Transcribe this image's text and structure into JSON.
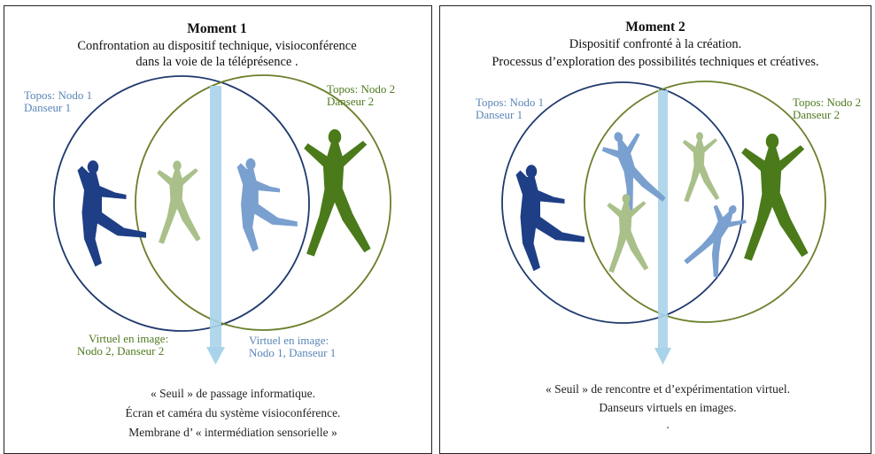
{
  "panels": [
    {
      "title": "Moment 1",
      "subtitle": [
        "Confrontation au dispositif technique,  visioconférence",
        "dans la voie de la  téléprésence ."
      ],
      "left_label": [
        "Topos: Nodo 1",
        "Danseur 1"
      ],
      "right_label": [
        "Topos:  Nodo 2",
        "Danseur 2"
      ],
      "virtual_left": [
        "Virtuel en image:",
        "Nodo 2, Danseur 2"
      ],
      "virtual_right": [
        "Virtuel en image:",
        "Nodo 1, Danseur 1"
      ],
      "footer": [
        "« Seuil » de passage informatique.",
        "Écran et caméra du système visioconférence.",
        "Membrane d’ « intermédiation sensorielle »"
      ]
    },
    {
      "title": "Moment 2",
      "subtitle": [
        "Dispositif confronté à la création.",
        "Processus d’exploration des possibilités techniques et créatives."
      ],
      "left_label": [
        "Topos: Nodo 1",
        "Danseur 1"
      ],
      "right_label": [
        "Topos: Nodo 2",
        "Danseur 2"
      ],
      "footer": [
        "« Seuil » de rencontre et d’expérimentation virtuel.",
        "Danseurs virtuels en images.",
        "."
      ]
    }
  ],
  "colors": {
    "blue_circle": "#1f3a6e",
    "green_circle": "#6b7f2a",
    "arrow": "#a9d3ea",
    "dancer_dark_blue": "#1e3f86",
    "dancer_light_blue": "#7aa0cf",
    "dancer_green": "#4a7a1a",
    "dancer_light_green": "#a9c08a"
  },
  "icons": [
    "dancer-figure-icon",
    "downward-arrow-icon"
  ]
}
